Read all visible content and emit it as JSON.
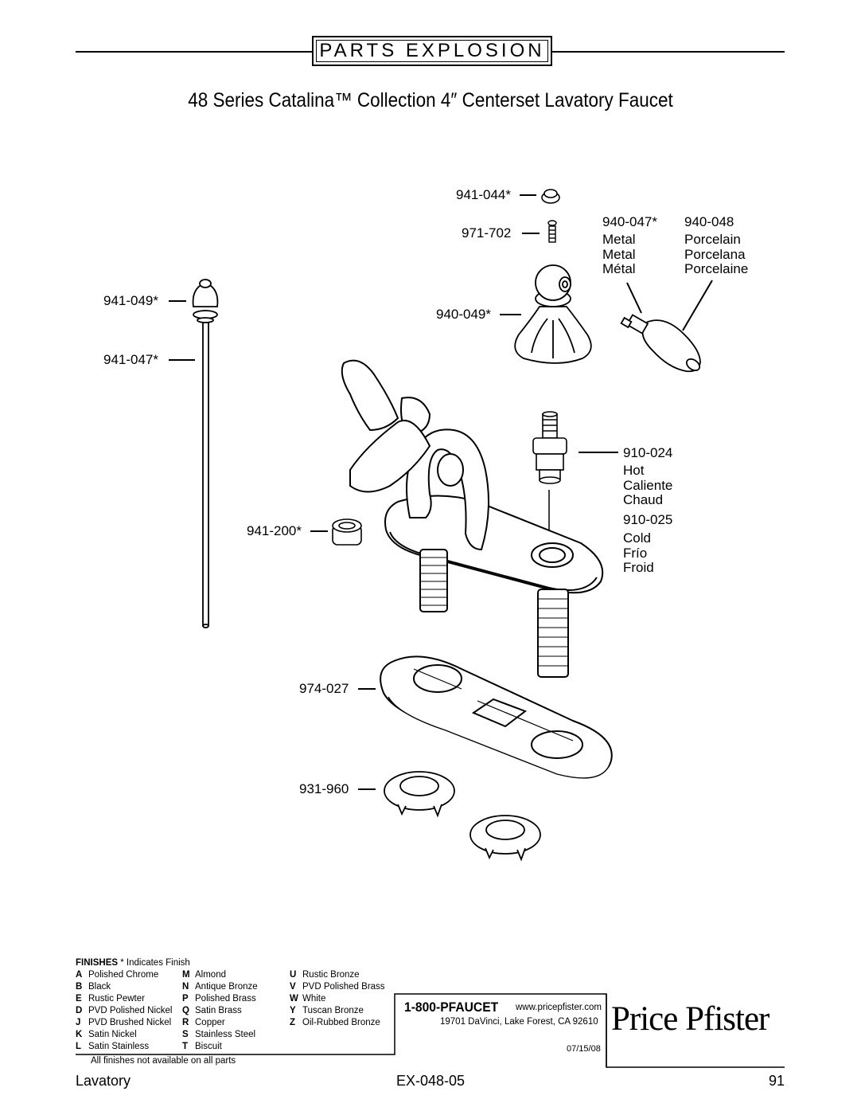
{
  "banner": {
    "title": "PARTS EXPLOSION"
  },
  "doc_title": "48 Series Catalina™ Collection 4″ Centerset Lavatory Faucet",
  "parts": {
    "p941044": "941-044*",
    "p971702": "971-702",
    "p940049": "940-049*",
    "p941049": "941-049*",
    "p941047": "941-047*",
    "p941200": "941-200*",
    "p910024": "910-024",
    "p910025": "910-025",
    "p974027": "974-027",
    "p931960": "931-960",
    "p940047": "940-047*",
    "p940048": "940-048"
  },
  "handle_options": {
    "metal": [
      "Metal",
      "Metal",
      "Métal"
    ],
    "porcelain": [
      "Porcelain",
      "Porcelana",
      "Porcelaine"
    ]
  },
  "cartridge_desc": {
    "hot": [
      "Hot",
      "Caliente",
      "Chaud"
    ],
    "cold": [
      "Cold",
      "Frío",
      "Froid"
    ]
  },
  "finishes": {
    "heading": "FINISHES",
    "heading_note": "* Indicates Finish",
    "col1": [
      {
        "code": "A",
        "name": "Polished Chrome"
      },
      {
        "code": "B",
        "name": "Black"
      },
      {
        "code": "E",
        "name": "Rustic Pewter"
      },
      {
        "code": "D",
        "name": "PVD Polished Nickel"
      },
      {
        "code": "J",
        "name": "PVD Brushed Nickel"
      },
      {
        "code": "K",
        "name": "Satin Nickel"
      },
      {
        "code": "L",
        "name": "Satin Stainless"
      }
    ],
    "col2": [
      {
        "code": "M",
        "name": "Almond"
      },
      {
        "code": "N",
        "name": "Antique Bronze"
      },
      {
        "code": "P",
        "name": "Polished Brass"
      },
      {
        "code": "Q",
        "name": "Satin Brass"
      },
      {
        "code": "R",
        "name": "Copper"
      },
      {
        "code": "S",
        "name": "Stainless Steel"
      },
      {
        "code": "T",
        "name": "Biscuit"
      }
    ],
    "col3": [
      {
        "code": "U",
        "name": "Rustic Bronze"
      },
      {
        "code": "V",
        "name": "PVD Polished Brass"
      },
      {
        "code": "W",
        "name": "White"
      },
      {
        "code": "Y",
        "name": "Tuscan Bronze"
      },
      {
        "code": "Z",
        "name": "Oil-Rubbed Bronze"
      }
    ],
    "note": "All finishes not available on all parts"
  },
  "contact": {
    "phone": "1-800-PFAUCET",
    "website": "www.pricepfister.com",
    "address": "19701 DaVinci, Lake Forest, CA  92610",
    "date": "07/15/08"
  },
  "brand": "Price Pfister",
  "footer": {
    "category": "Lavatory",
    "doc_number": "EX-048-05",
    "page": "91"
  }
}
